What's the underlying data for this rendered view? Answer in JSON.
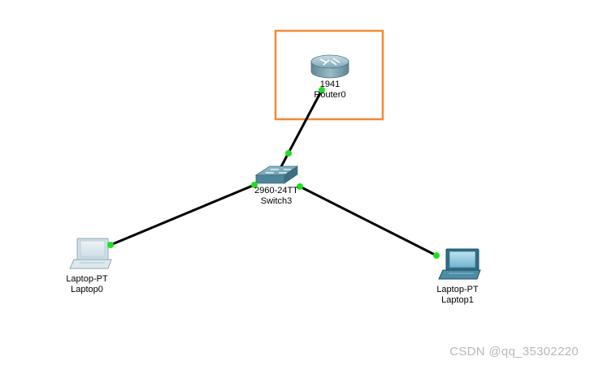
{
  "devices": {
    "router": {
      "model": "1941",
      "name": "Router0"
    },
    "switch": {
      "model": "2960-24TT",
      "name": "Switch3"
    },
    "laptop0": {
      "model": "Laptop-PT",
      "name": "Laptop0"
    },
    "laptop1": {
      "model": "Laptop-PT",
      "name": "Laptop1"
    }
  },
  "colors": {
    "selection_box": "#F28A36",
    "link": "#000000",
    "link_up": "#22DD22"
  },
  "watermark": "CSDN @qq_35302220"
}
